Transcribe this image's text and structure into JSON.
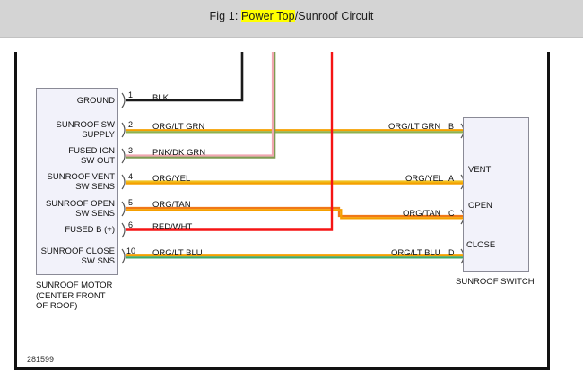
{
  "header": {
    "caption_prefix": "Fig 1: ",
    "caption_highlight": "Power Top",
    "caption_suffix": "/Sunroof Circuit"
  },
  "serial": "281599",
  "left_block": {
    "caption": "SUNROOF MOTOR\n(CENTER FRONT\nOF ROOF)",
    "caption_line1": "SUNROOF MOTOR",
    "caption_line2": "(CENTER FRONT",
    "caption_line3": "OF ROOF)",
    "terminals": [
      {
        "pin": "1",
        "label_line1": "GROUND",
        "label_line2": "",
        "wire": "BLK"
      },
      {
        "pin": "2",
        "label_line1": "SUNROOF SW",
        "label_line2": "SUPPLY",
        "wire": "ORG/LT GRN"
      },
      {
        "pin": "3",
        "label_line1": "FUSED IGN",
        "label_line2": "SW OUT",
        "wire": "PNK/DK GRN"
      },
      {
        "pin": "4",
        "label_line1": "SUNROOF VENT",
        "label_line2": "SW SENS",
        "wire": "ORG/YEL"
      },
      {
        "pin": "5",
        "label_line1": "SUNROOF OPEN",
        "label_line2": "SW SENS",
        "wire": "ORG/TAN"
      },
      {
        "pin": "6",
        "label_line1": "FUSED B (+)",
        "label_line2": "",
        "wire": "RED/WHT"
      },
      {
        "pin": "10",
        "label_line1": "SUNROOF CLOSE",
        "label_line2": "SW SNS",
        "wire": "ORG/LT BLU"
      }
    ]
  },
  "right_block": {
    "caption": "SUNROOF SWITCH",
    "terminals": [
      {
        "pin": "B",
        "wire": "ORG/LT GRN"
      },
      {
        "pin": "A",
        "wire": "ORG/YEL"
      },
      {
        "pin": "C",
        "wire": "ORG/TAN"
      },
      {
        "pin": "D",
        "wire": "ORG/LT BLU"
      }
    ],
    "throws": [
      {
        "label": "VENT"
      },
      {
        "label": "OPEN"
      },
      {
        "label": "CLOSE"
      }
    ]
  },
  "colors": {
    "black": "#1a1a1a",
    "orange": "#f5a000",
    "light_green": "#8db24f",
    "pink": "#f0a6b0",
    "dark_green": "#7f9b52",
    "yellow": "#f0c020",
    "tan": "#f07818",
    "red": "#f51414",
    "white_stripe": "#ffffff",
    "light_blue": "#3fa86a",
    "highlight": "#ffff00",
    "block_fill": "#f2f2fa",
    "block_border": "#8a8a96",
    "header_band": "#d4d4d4",
    "frame": "#111111"
  }
}
